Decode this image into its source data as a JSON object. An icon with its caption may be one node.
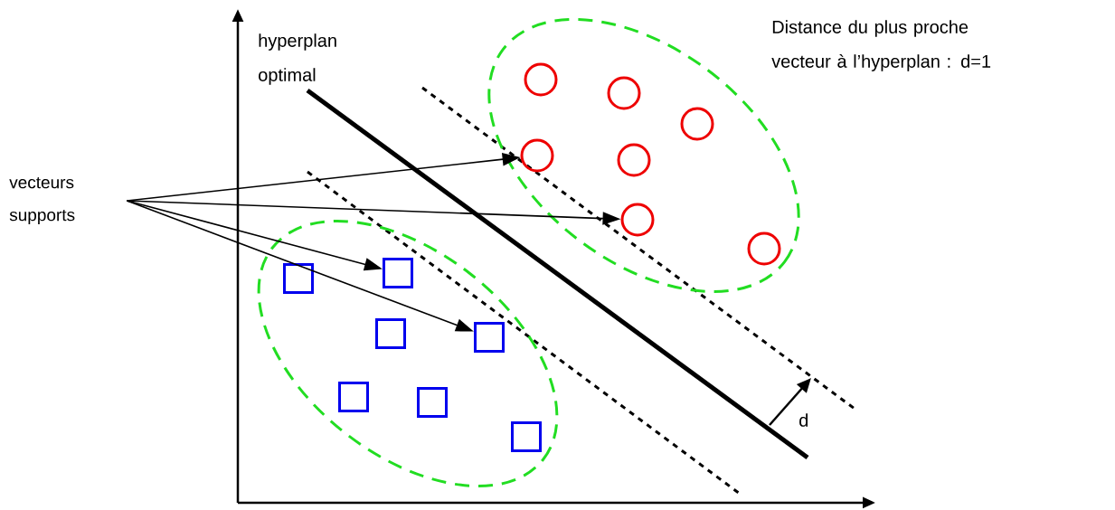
{
  "diagram": {
    "nodes": [
      {
        "text": [
          "vecteurs supports"
        ]
      },
      {
        "text": [],
        "shape": "ellipse"
      },
      {
        "text": [],
        "shape": "circle",
        "in": 1
      },
      {
        "text": [],
        "shape": "circle",
        "in": 1
      },
      {
        "text": [],
        "shape": "circle",
        "in": 1
      },
      {
        "text": [],
        "shape": "circle",
        "in": 1
      },
      {
        "text": [],
        "shape": "circle",
        "in": 1
      },
      {
        "text": [],
        "shape": "circle",
        "in": 1
      },
      {
        "text": [],
        "shape": "circle",
        "in": 1
      },
      {
        "text": [],
        "shape": "ellipse"
      },
      {
        "text": [],
        "shape": "box",
        "in": 9
      },
      {
        "text": [],
        "shape": "box",
        "in": 9
      },
      {
        "text": [],
        "shape": "box",
        "in": 9
      },
      {
        "text": [],
        "shape": "box",
        "in": 9
      },
      {
        "text": [],
        "shape": "box",
        "in": 9
      },
      {
        "text": [],
        "shape": "box",
        "in": 9
      },
      {
        "text": [],
        "shape": "box",
        "in": 9
      }
    ],
    "edges": [
      {
        "from": 0,
        "to": 2,
        "arrow": "to"
      },
      {
        "from": 0,
        "to": 6,
        "arrow": "to"
      },
      {
        "from": 0,
        "to": 13,
        "arrow": "to"
      },
      {
        "from": 0,
        "to": 15,
        "arrow": "to"
      }
    ],
    "labels": [
      "hyperplan optimal",
      "Distance du plus proche vecteur à l’hyperplan : d=1",
      "d"
    ]
  }
}
